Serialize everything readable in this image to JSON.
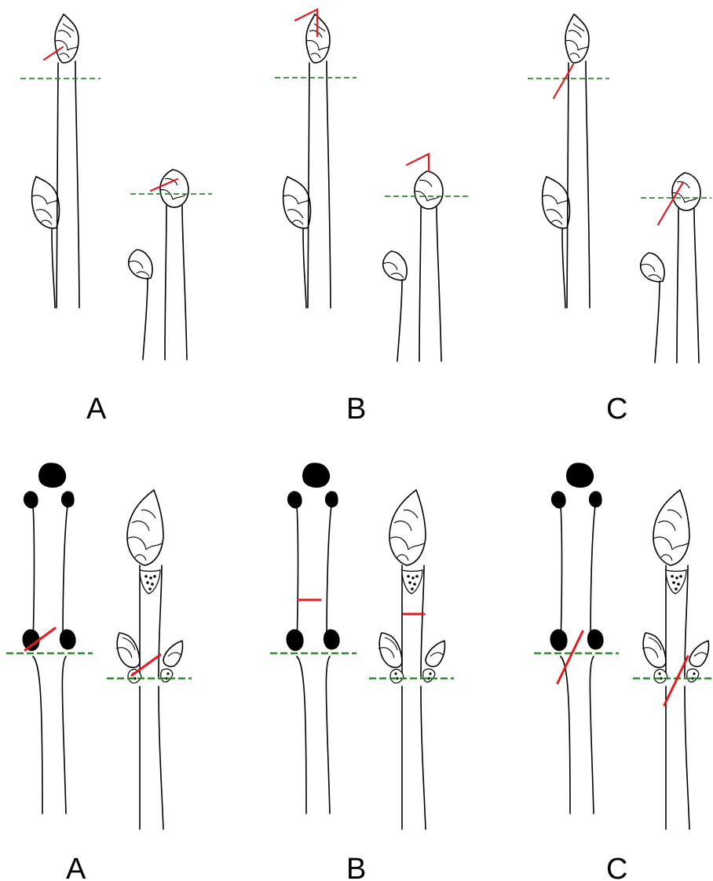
{
  "colors": {
    "cut": "#e8191e",
    "reference": "#2e8b2e",
    "outline": "#000000"
  },
  "labels": {
    "top": [
      "A",
      "B",
      "C"
    ],
    "bottom": [
      "A",
      "B",
      "C"
    ]
  }
}
